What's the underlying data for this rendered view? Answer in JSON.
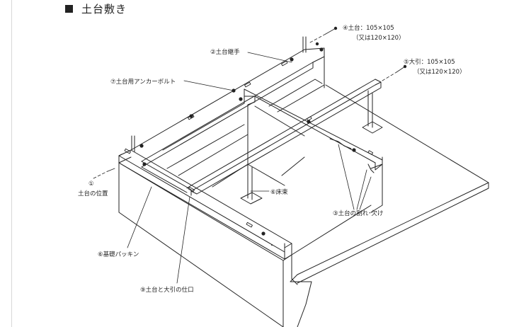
{
  "heading": {
    "title": "土台敷き"
  },
  "labels": {
    "dodai_size": "④土台：105×105",
    "dodai_size_alt": "（又は120×120）",
    "obiki_size": "⑤大引：105×105",
    "obiki_size_alt": "（又は120×120）",
    "joint": "②土台継手",
    "anchor": "⑦土台用アンカーボルト",
    "position_num": "①",
    "position": "土台の位置",
    "floor_post": "⑥床束",
    "crack": "③土台の割れ･欠け",
    "packing": "⑥基礎パッキン",
    "shikuchi": "⑨土台と大引の仕口"
  },
  "colors": {
    "line": "#222222",
    "bg": "#ffffff"
  }
}
